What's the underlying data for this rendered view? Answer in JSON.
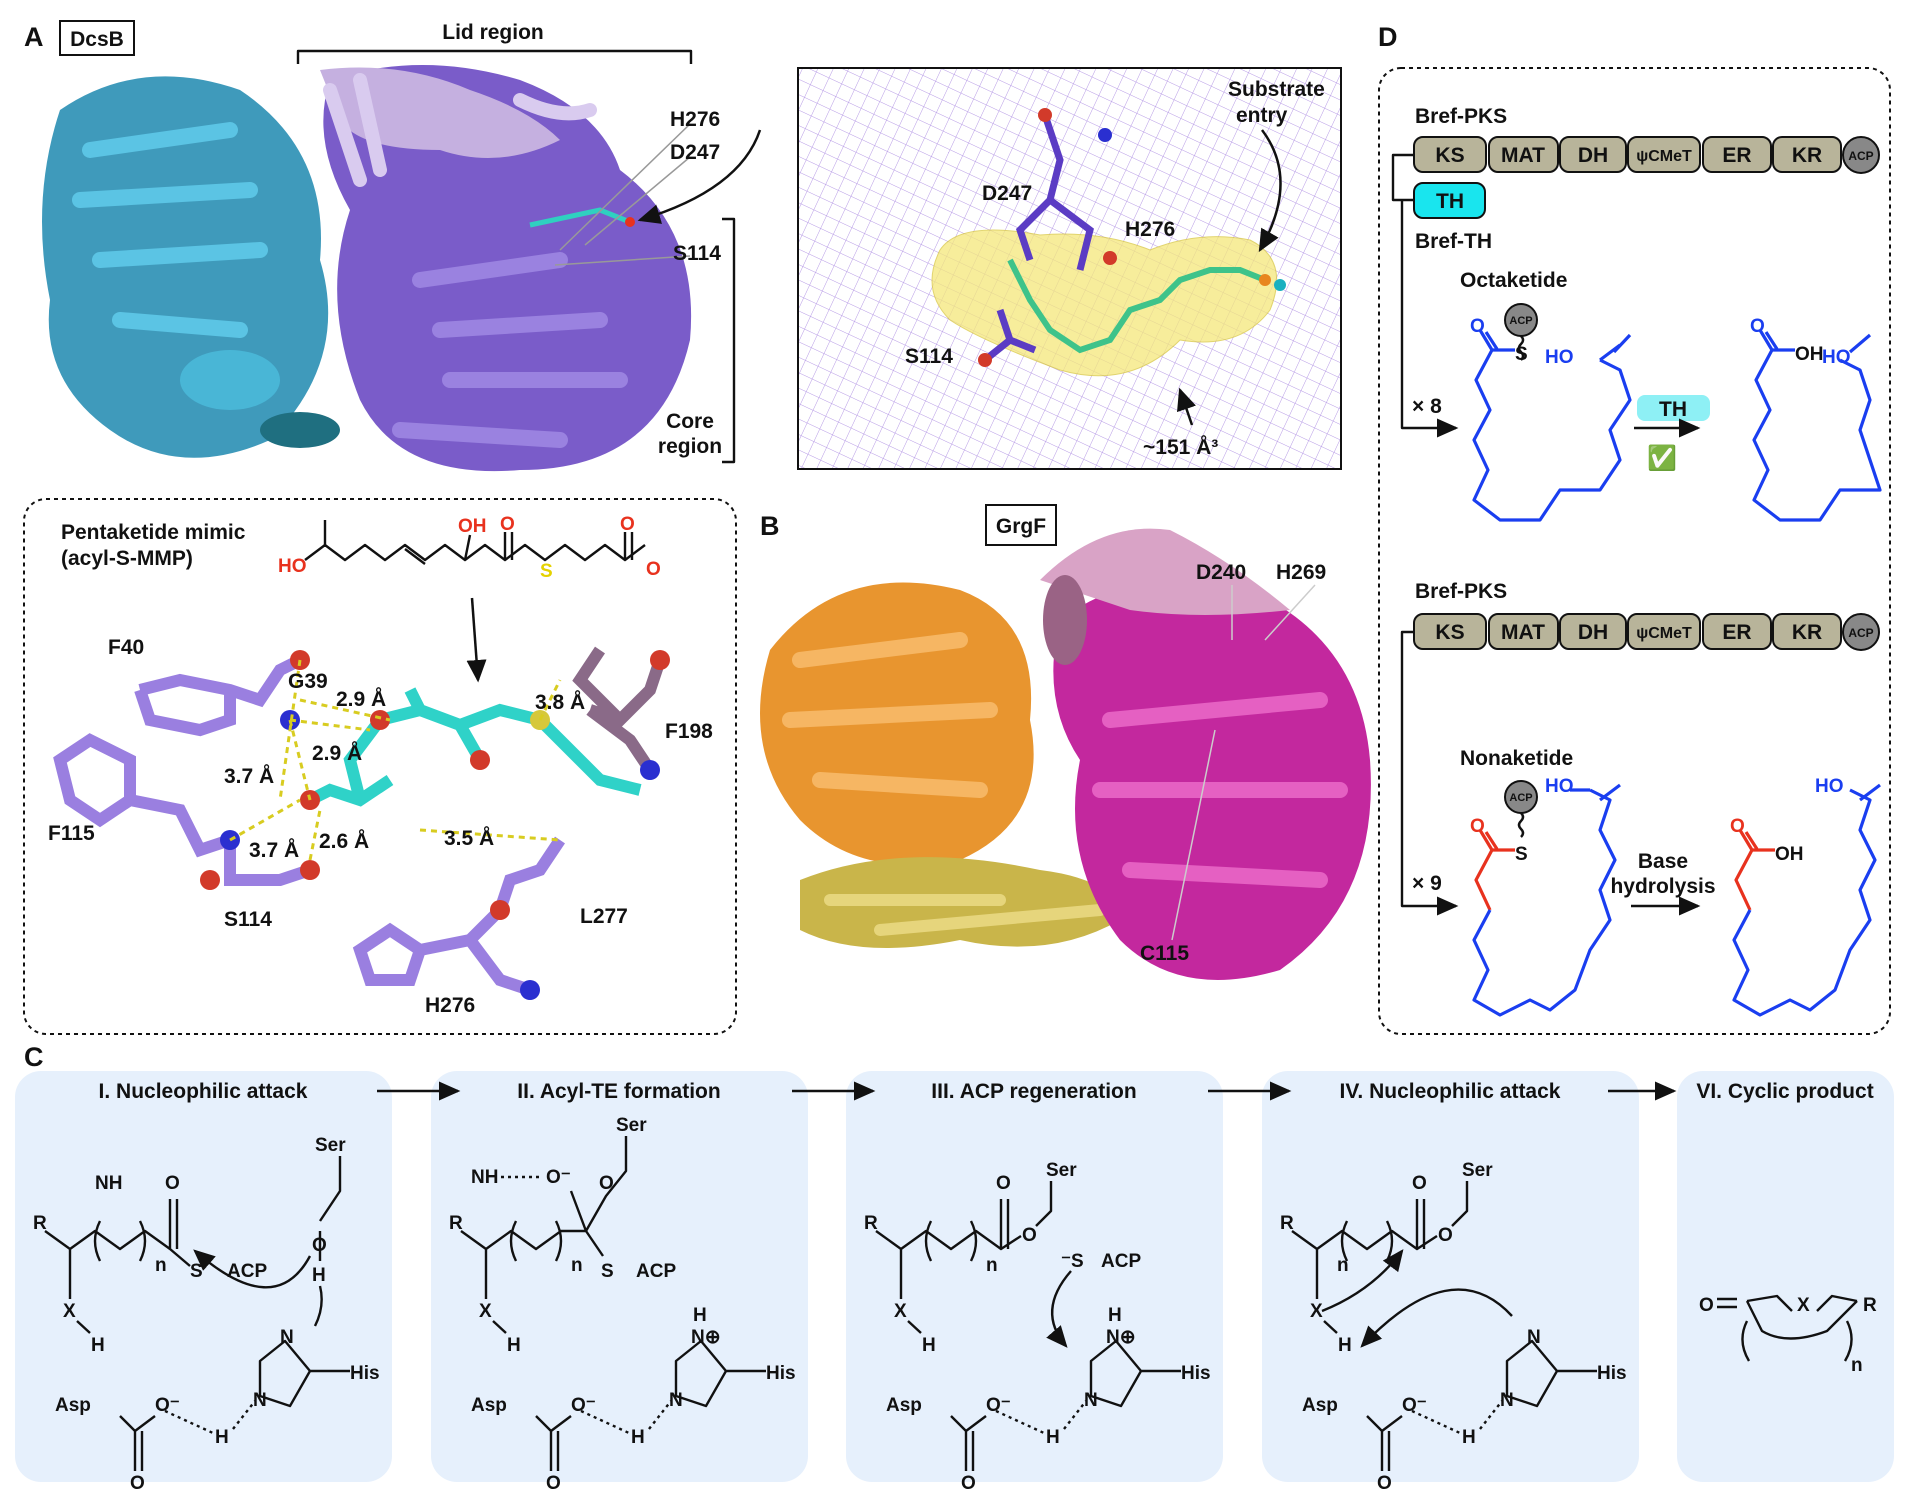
{
  "panel_a": {
    "label": "A",
    "protein": "DcsB",
    "lid_region": "Lid region",
    "residues": [
      "H276",
      "D247",
      "S114"
    ],
    "core_region": [
      "Core",
      "region"
    ],
    "inset": {
      "substrate_entry": [
        "Substrate",
        "entry"
      ],
      "residues": [
        "D247",
        "H276",
        "S114"
      ],
      "volume": "~151 Å³"
    },
    "mimic": {
      "title": "Pentaketide mimic",
      "subtitle": "(acyl-S-MMP)",
      "atoms": [
        "HO",
        "OH",
        "O",
        "S",
        "O",
        "O"
      ],
      "residues": [
        "F40",
        "G39",
        "F198",
        "F115",
        "S114",
        "H276",
        "L277"
      ],
      "distances": [
        "2.9 Å",
        "3.8 Å",
        "2.9 Å",
        "3.7 Å",
        "3.7 Å",
        "2.6 Å",
        "3.5 Å"
      ]
    }
  },
  "panel_b": {
    "label": "B",
    "protein": "GrgF",
    "residues": [
      "D240",
      "H269",
      "C115"
    ]
  },
  "panel_c": {
    "label": "C",
    "steps": [
      {
        "title": "I. Nucleophilic attack"
      },
      {
        "title": "II. Acyl-TE formation"
      },
      {
        "title": "III. ACP regeneration"
      },
      {
        "title": "IV. Nucleophilic attack"
      },
      {
        "title": "VI. Cyclic product"
      }
    ],
    "atoms": {
      "R": "R",
      "X": "X",
      "H": "H",
      "NH": "NH",
      "O": "O",
      "O_minus": "O⁻",
      "S": "S",
      "ACP": "ACP",
      "S_minus_ACP": "⁻S",
      "Ser": "Ser",
      "Asp": "Asp",
      "His": "His",
      "N": "N",
      "N_plus": "N⊕",
      "n": "n"
    }
  },
  "panel_d": {
    "label": "D",
    "pks_name": "Bref-PKS",
    "domains": [
      "KS",
      "MAT",
      "DH",
      "ψCMeT",
      "ER",
      "KR",
      "ACP"
    ],
    "th_domain": "TH",
    "th_name": "Bref-TH",
    "octaketide": {
      "title": "Octaketide",
      "iterations": "× 8",
      "acp": "ACP",
      "atoms": [
        "O",
        "S",
        "HO",
        "O",
        "OH",
        "HO"
      ],
      "enzyme": "TH",
      "result_icon": "✅"
    },
    "nonaketide": {
      "title": "Nonaketide",
      "iterations": "× 9",
      "acp": "ACP",
      "atoms": [
        "O",
        "S",
        "HO",
        "O",
        "OH",
        "HO"
      ],
      "condition": [
        "Base",
        "hydrolysis"
      ]
    }
  },
  "colors": {
    "teal": "#2a8fb4",
    "purple": "#7a5cc9",
    "lavender": "#c5b0e0",
    "orange": "#e8952f",
    "olive": "#c9b54a",
    "magenta": "#c3289e",
    "panel_c_bg": "#e6f0fc",
    "th_cyan": "#19e5ee",
    "domain_gray": "#b8b49a",
    "bond_blue": "#1a3ef0",
    "bond_red": "#e8321e"
  }
}
